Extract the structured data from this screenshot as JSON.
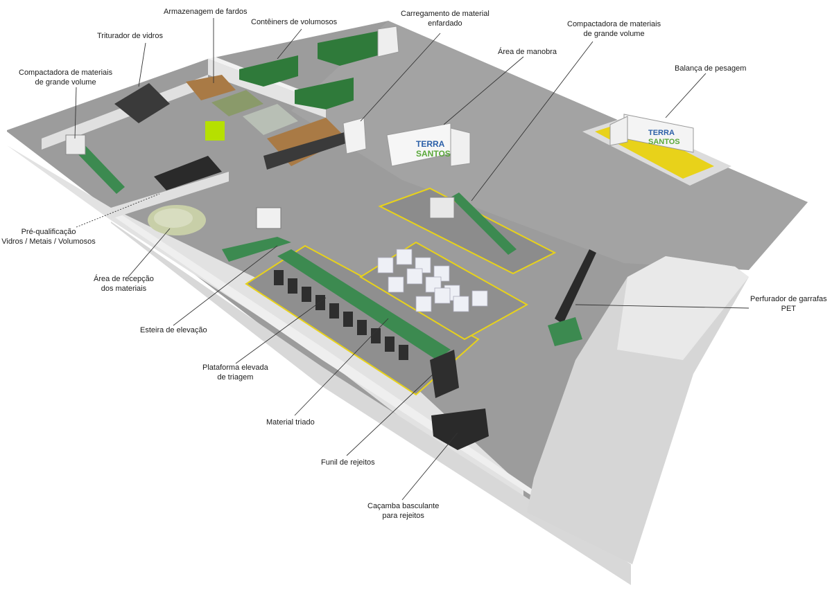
{
  "labels": {
    "armazenagem": [
      "Armazenagem de fardos"
    ],
    "conteineres": [
      "Contêiners de volumosos"
    ],
    "carregamento": [
      "Carregamento de material",
      "enfardado"
    ],
    "compactadora_direita": [
      "Compactadora de materiais",
      "de grande volume"
    ],
    "triturador": [
      "Triturador de vidros"
    ],
    "compactadora_esquerda": [
      "Compactadora de materiais",
      "de grande volume"
    ],
    "area_manobra": [
      "Área de manobra"
    ],
    "balanca": [
      "Balança de pesagem"
    ],
    "pre_qualificacao": [
      "Pré-qualificação",
      "Vidros / Metais / Volumosos"
    ],
    "area_recepcao": [
      "Área de recepção",
      "dos materiais"
    ],
    "esteira": [
      "Esteira de elevação"
    ],
    "perfurador": [
      "Perfurador de garrafas",
      "PET"
    ],
    "plataforma": [
      "Plataforma elevada",
      "de triagem"
    ],
    "material_triado": [
      "Material triado"
    ],
    "funil": [
      "Funil de rejeitos"
    ],
    "cacamba": [
      "Caçamba basculante",
      "para rejeitos"
    ]
  },
  "brand": {
    "line1": "TERRA",
    "line2": "SANTOS"
  },
  "colors": {
    "floor": "#9a9a9a",
    "floor_dark": "#8a8a8a",
    "wall": "#e6e6e6",
    "wall_shade": "#cfcfcf",
    "container_green": "#2f7a3a",
    "bale_brown": "#a97a45",
    "bale_green": "#8a9a6a",
    "yellow_line": "#e8d21a",
    "conveyor_green": "#3c8a50",
    "bin_white": "#eef0f6",
    "brand_blue": "#2b5fa8",
    "brand_green": "#5aa83a"
  }
}
